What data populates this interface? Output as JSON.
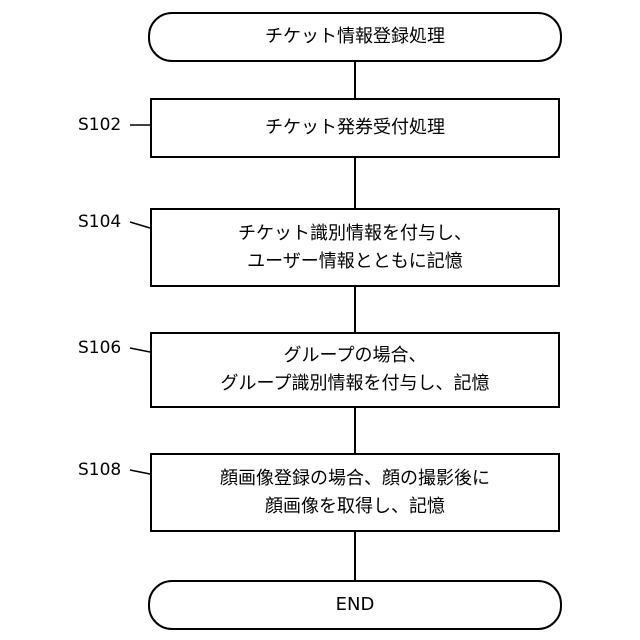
{
  "flowchart": {
    "start": "チケット情報登録処理",
    "end": "END",
    "steps": [
      {
        "id": "S102",
        "lines": [
          "チケット発券受付処理"
        ]
      },
      {
        "id": "S104",
        "lines": [
          "チケット識別情報を付与し、",
          "ユーザー情報とともに記憶"
        ]
      },
      {
        "id": "S106",
        "lines": [
          "グループの場合、",
          "グループ識別情報を付与し、記憶"
        ]
      },
      {
        "id": "S108",
        "lines": [
          "顔画像登録の場合、顔の撮影後に",
          "顔画像を取得し、記憶"
        ]
      }
    ]
  }
}
